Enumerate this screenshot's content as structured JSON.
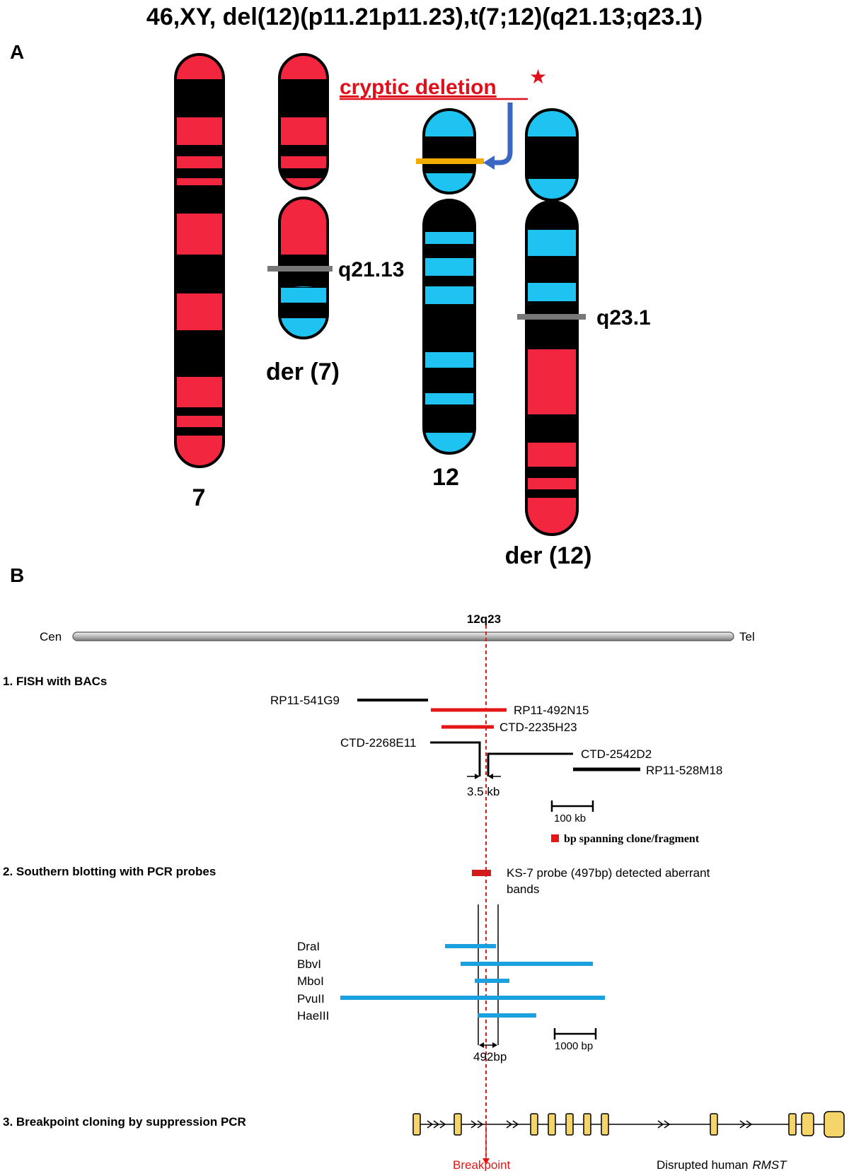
{
  "title": "46,XY, del(12)(p11.21p11.23),t(7;12)(q21.13;q23.1)",
  "panel_a": {
    "label": "A",
    "cryptic_deletion": "cryptic deletion",
    "star": "★",
    "chr7_label": "7",
    "der7_label": "der (7)",
    "chr12_label": "12",
    "der12_label": "der (12)",
    "band_q21_13": "q21.13",
    "band_q23_1": "q23.1"
  },
  "panel_b": {
    "label": "B",
    "bar_left": "Cen",
    "bar_right": "Tel",
    "bar_center": "12q23",
    "section1": "1. FISH with BACs",
    "section2": "2. Southern blotting with PCR probes",
    "section3": "3. Breakpoint cloning by suppression PCR",
    "bacs": {
      "rp11_541g9": "RP11-541G9",
      "rp11_492n15": "RP11-492N15",
      "ctd_2235h23": "CTD-2235H23",
      "ctd_2268e11": "CTD-2268E11",
      "ctd_2542d2": "CTD-2542D2",
      "rp11_528m18": "RP11-528M18"
    },
    "gap_label": "3.5 kb",
    "scale_100kb": "100 kb",
    "legend": "bp spanning clone/fragment",
    "ks7_line1": "KS-7 probe (497bp) detected aberrant",
    "ks7_line2": "bands",
    "enzymes": {
      "dral": "DraI",
      "bbvi": "BbvI",
      "mboi": "MboI",
      "pvuii": "PvuII",
      "haeiii": "HaeIII"
    },
    "gap_492": "492bp",
    "scale_1000bp": "1000 bp",
    "breakpoint": "Breakpoint",
    "disrupted": "Disrupted human",
    "rmst": "RMST"
  },
  "colors": {
    "red": "#f2263f",
    "blue": "#1ec3f2",
    "black": "#000000",
    "orange": "#f0ac00",
    "arrow_blue": "#3a67c4",
    "fish_red": "#e51616",
    "southern_blue": "#1ba1df",
    "exon_yellow": "#f5d46a"
  }
}
